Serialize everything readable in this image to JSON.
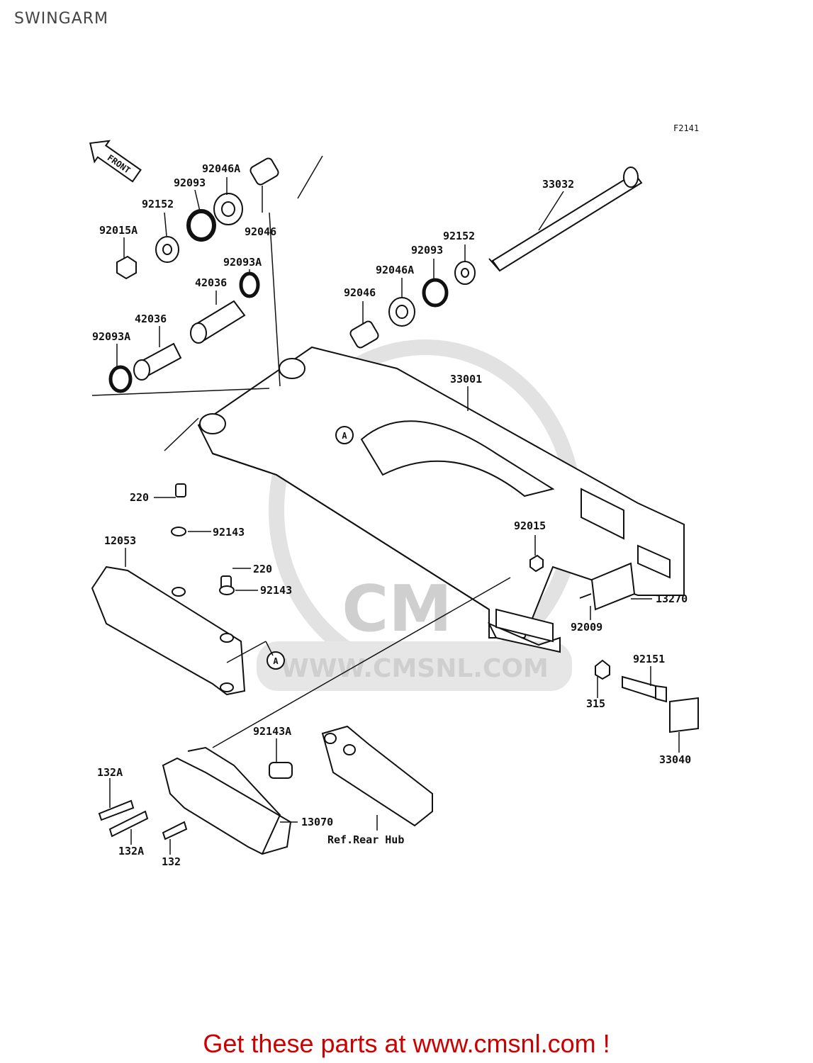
{
  "page": {
    "title": "SWINGARM",
    "figure_code": "F2141",
    "front_label": "FRONT",
    "ref_label": "Ref.Rear Hub",
    "watermark": "WWW.CMSNL.COM",
    "footer": "Get these parts at www.cmsnl.com !",
    "footer_color": "#cc0000"
  },
  "parts": [
    {
      "id": "p1",
      "number": "92046A"
    },
    {
      "id": "p2",
      "number": "92093"
    },
    {
      "id": "p3",
      "number": "92152"
    },
    {
      "id": "p4",
      "number": "92015A"
    },
    {
      "id": "p5",
      "number": "92046"
    },
    {
      "id": "p6",
      "number": "33032"
    },
    {
      "id": "p7",
      "number": "92152"
    },
    {
      "id": "p8",
      "number": "92093"
    },
    {
      "id": "p9",
      "number": "92093A"
    },
    {
      "id": "p10",
      "number": "92046A"
    },
    {
      "id": "p11",
      "number": "42036"
    },
    {
      "id": "p12",
      "number": "92046"
    },
    {
      "id": "p13",
      "number": "42036"
    },
    {
      "id": "p14",
      "number": "92093A"
    },
    {
      "id": "p15",
      "number": "33001"
    },
    {
      "id": "p16",
      "number": "220"
    },
    {
      "id": "p17",
      "number": "92143"
    },
    {
      "id": "p18",
      "number": "12053"
    },
    {
      "id": "p19",
      "number": "92015"
    },
    {
      "id": "p20",
      "number": "220"
    },
    {
      "id": "p21",
      "number": "92143"
    },
    {
      "id": "p22",
      "number": "13270"
    },
    {
      "id": "p23",
      "number": "92009"
    },
    {
      "id": "p24",
      "number": "92151"
    },
    {
      "id": "p25",
      "number": "315"
    },
    {
      "id": "p26",
      "number": "33040"
    },
    {
      "id": "p27",
      "number": "92143A"
    },
    {
      "id": "p28",
      "number": "132A"
    },
    {
      "id": "p29",
      "number": "13070"
    },
    {
      "id": "p30",
      "number": "132A"
    },
    {
      "id": "p31",
      "number": "132"
    }
  ],
  "markers": [
    "A",
    "A"
  ]
}
